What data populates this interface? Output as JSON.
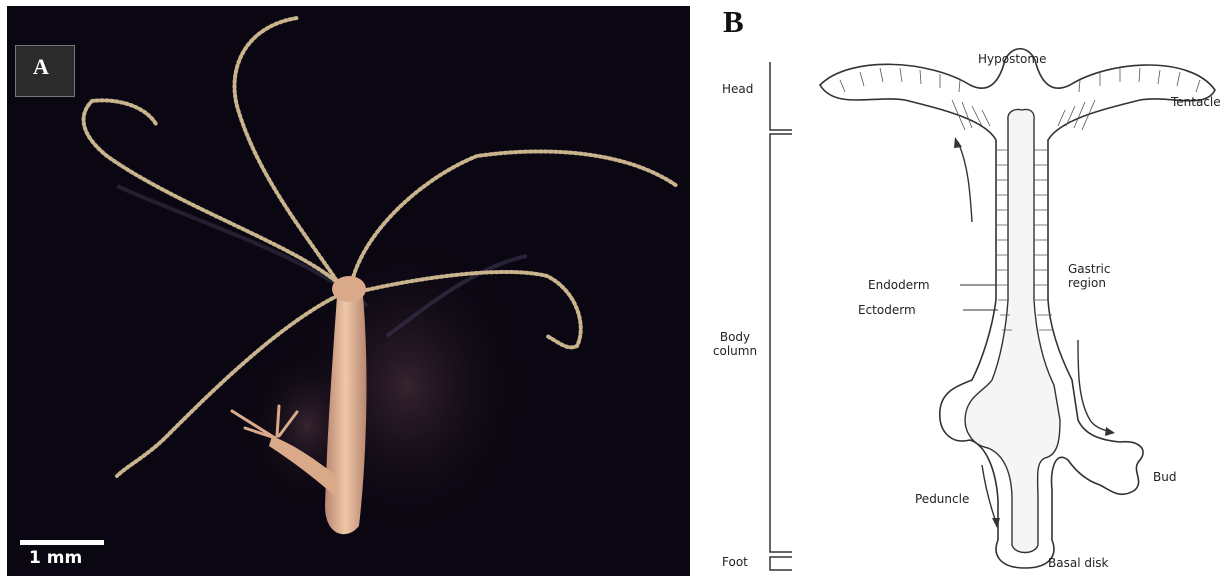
{
  "panel_a": {
    "letter": "A",
    "scale_bar_label": "1 mm"
  },
  "panel_b": {
    "letter": "B",
    "labels": {
      "hypostome": "Hypostome",
      "tentacle": "Tentacle",
      "head": "Head",
      "body_column_1": "Body",
      "body_column_2": "column",
      "foot": "Foot",
      "endoderm": "Endoderm",
      "ectoderm": "Ectoderm",
      "gastric_1": "Gastric",
      "gastric_2": "region",
      "bud": "Bud",
      "peduncle": "Peduncle",
      "basal_disk": "Basal disk"
    }
  },
  "colors": {
    "photo_background": "#0b0712",
    "hydra_body": "#d9a98a",
    "tentacle_beads": "#c9b48e",
    "diagram_line": "#333333"
  }
}
